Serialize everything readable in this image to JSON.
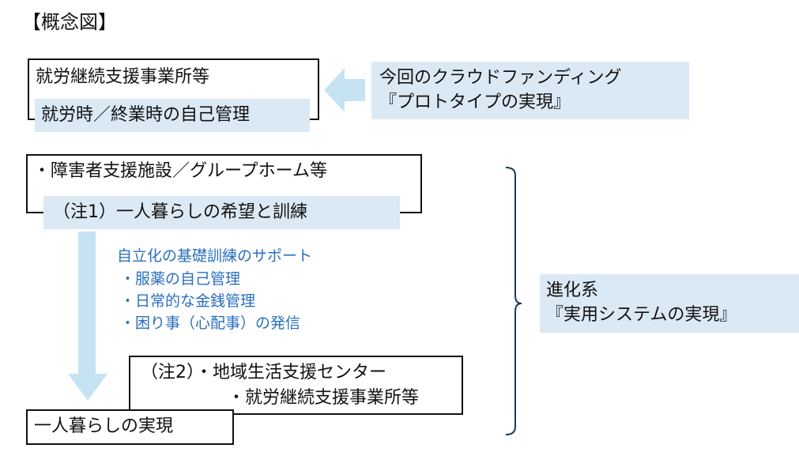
{
  "title": "【概念図】",
  "box_workplace": {
    "heading": "就労継続支援事業所等",
    "label": "就労時／終業時の自己管理"
  },
  "crowdfunding": {
    "line1": "今回のクラウドファンディング",
    "line2": "『プロトタイプの実現』"
  },
  "box_facility": {
    "heading": "・障害者支援施設／グループホーム等",
    "label": "（注1）一人暮らしの希望と訓練"
  },
  "support": {
    "heading": "自立化の基礎訓練のサポート",
    "items": [
      "・服薬の自己管理",
      "・日常的な金銭管理",
      "・困り事（心配事）の発信"
    ]
  },
  "note2": {
    "line1": "（注2）・地域生活支援センター",
    "line2": "・就労継続支援事業所等"
  },
  "goal": "一人暮らしの実現",
  "evolution": {
    "line1": "進化系",
    "line2": "『実用システムの実現』"
  },
  "colors": {
    "label_bg": "#dbe9f5",
    "arrow": "#c5e3f3",
    "text_blue": "#2a6fc0",
    "bracket": "#1f3864"
  }
}
